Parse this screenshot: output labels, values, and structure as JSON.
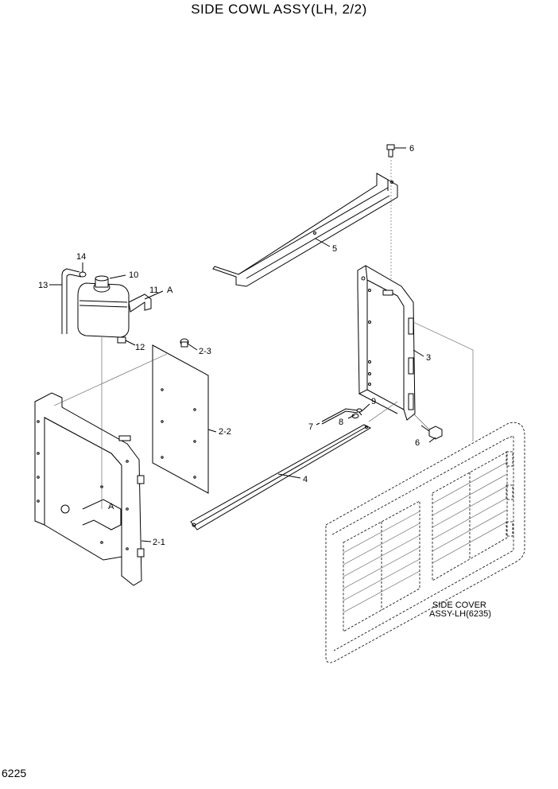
{
  "title": "SIDE COWL ASSY(LH, 2/2)",
  "page_number": "6225",
  "callouts": [
    {
      "id": "c6a",
      "text": "6"
    },
    {
      "id": "c5",
      "text": "5"
    },
    {
      "id": "c14",
      "text": "14"
    },
    {
      "id": "c10",
      "text": "10"
    },
    {
      "id": "c13",
      "text": "13"
    },
    {
      "id": "c11",
      "text": "11"
    },
    {
      "id": "cA1",
      "text": "A"
    },
    {
      "id": "c12",
      "text": "12"
    },
    {
      "id": "c23",
      "text": "2-3"
    },
    {
      "id": "c3",
      "text": "3"
    },
    {
      "id": "c22",
      "text": "2-2"
    },
    {
      "id": "c9",
      "text": "9"
    },
    {
      "id": "c7",
      "text": "7"
    },
    {
      "id": "c8",
      "text": "8"
    },
    {
      "id": "c6b",
      "text": "6"
    },
    {
      "id": "c4",
      "text": "4"
    },
    {
      "id": "cA2",
      "text": "A"
    },
    {
      "id": "c21",
      "text": "2-1"
    }
  ],
  "reference_note": {
    "line1": "SIDE COVER",
    "line2": "ASSY-LH(6235)"
  }
}
